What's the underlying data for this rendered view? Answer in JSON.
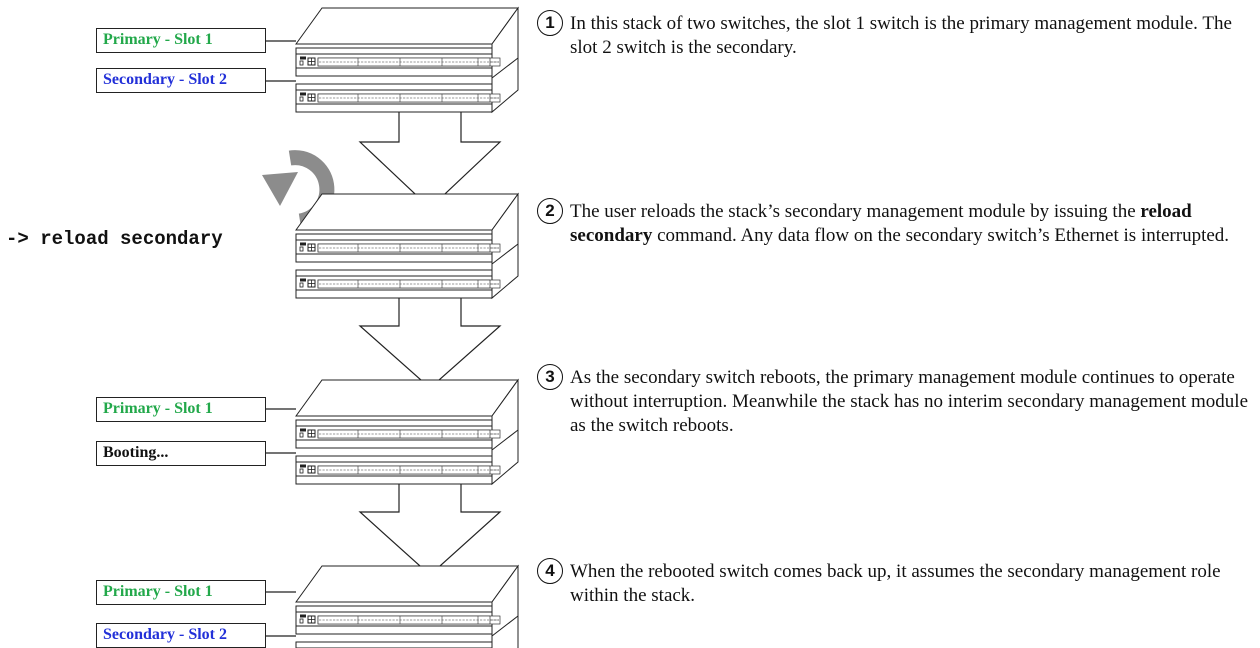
{
  "labels": {
    "primary": "Primary - Slot 1",
    "secondary": "Secondary - Slot 2",
    "booting": "Booting..."
  },
  "command": "-> reload secondary",
  "colors": {
    "primary": "#22a84a",
    "secondary": "#2230d8",
    "reload_icon": "#8c8c8c"
  },
  "icons": [
    "reload-arrow-icon",
    "down-arrow-icon",
    "network-switch-icon"
  ],
  "steps": [
    {
      "number": "1",
      "segments": [
        {
          "text": "In this stack of two switches, the slot 1 switch is the primary management module. The slot 2 switch is the secondary.",
          "bold": false
        }
      ]
    },
    {
      "number": "2",
      "segments": [
        {
          "text": "The user reloads the stack’s secondary management module by issuing the ",
          "bold": false
        },
        {
          "text": "reload secondary",
          "bold": true
        },
        {
          "text": " command. Any data flow on the secondary switch’s Ethernet is interrupted.",
          "bold": false
        }
      ]
    },
    {
      "number": "3",
      "segments": [
        {
          "text": "As the secondary switch reboots, the primary management module continues to operate without interruption. Meanwhile the stack has no interim secondary management module as the switch reboots.",
          "bold": false
        }
      ]
    },
    {
      "number": "4",
      "segments": [
        {
          "text": "When the rebooted switch comes back up, it assumes the secondary management role within the stack.",
          "bold": false
        }
      ]
    }
  ]
}
